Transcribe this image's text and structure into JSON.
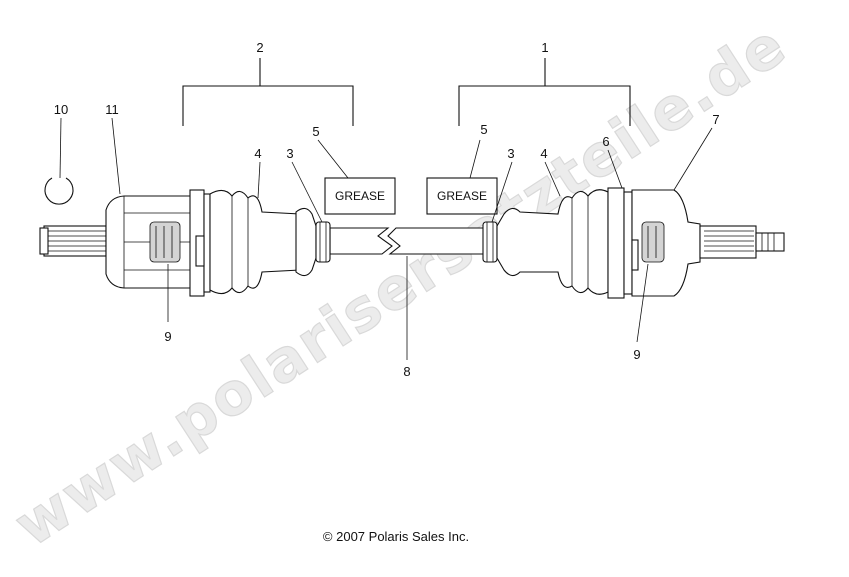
{
  "diagram": {
    "watermark": "www.polarisersatzteile.de",
    "copyright": "© 2007 Polaris Sales Inc.",
    "grease_label": "GREASE",
    "callouts": [
      {
        "id": "c-1",
        "label": "1"
      },
      {
        "id": "c-2",
        "label": "2"
      },
      {
        "id": "c-3-left",
        "label": "3"
      },
      {
        "id": "c-3-right",
        "label": "3"
      },
      {
        "id": "c-4-left",
        "label": "4"
      },
      {
        "id": "c-4-right",
        "label": "4"
      },
      {
        "id": "c-5-left",
        "label": "5"
      },
      {
        "id": "c-5-right",
        "label": "5"
      },
      {
        "id": "c-6",
        "label": "6"
      },
      {
        "id": "c-7",
        "label": "7"
      },
      {
        "id": "c-8",
        "label": "8"
      },
      {
        "id": "c-9-left",
        "label": "9"
      },
      {
        "id": "c-9-right",
        "label": "9"
      },
      {
        "id": "c-10",
        "label": "10"
      },
      {
        "id": "c-11",
        "label": "11"
      }
    ]
  }
}
